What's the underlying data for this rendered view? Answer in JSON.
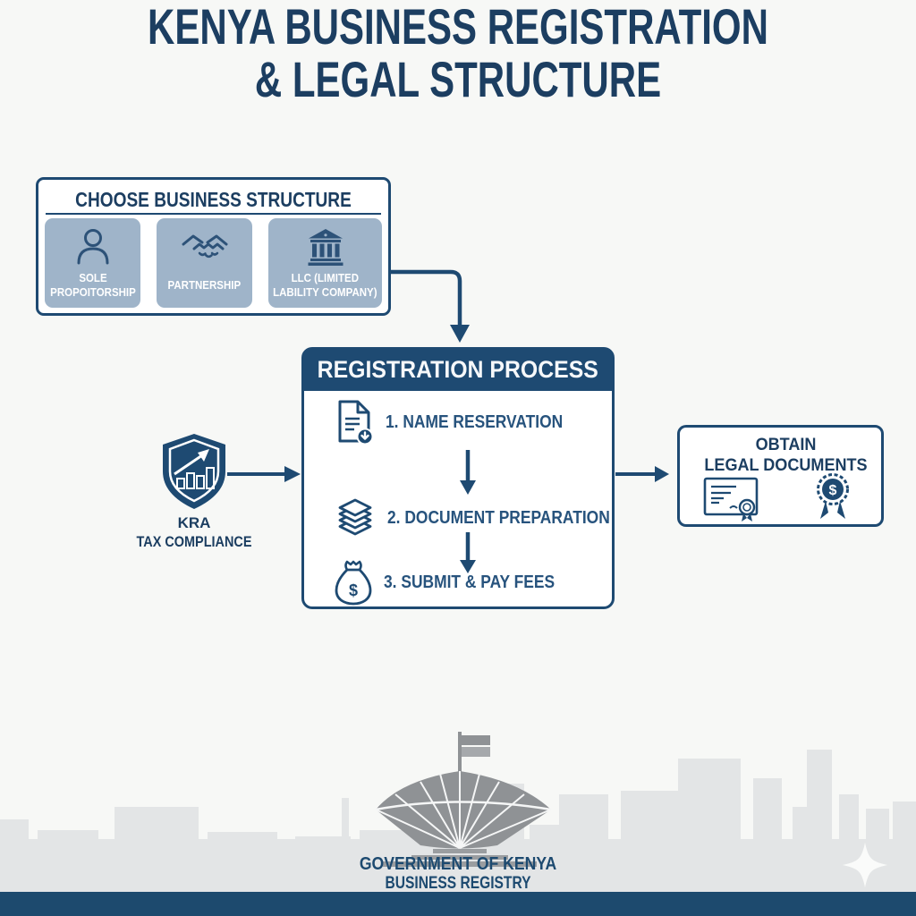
{
  "title": {
    "line1": "KENYA BUSINESS REGISTRATION",
    "line2": "& LEGAL STRUCTURE"
  },
  "choose_structure": {
    "header": "CHOOSE BUSINESS STRUCTURE",
    "options": [
      {
        "label_line1": "SOLE",
        "label_line2": "PROPOITORSHIP",
        "icon": "person-icon"
      },
      {
        "label_line1": "PARTNERSHIP",
        "label_line2": "",
        "icon": "handshake-icon"
      },
      {
        "label_line1": "LLC (LIMITED",
        "label_line2": "LABILITY COMPANY)",
        "icon": "bank-icon"
      }
    ]
  },
  "registration_process": {
    "header": "REGISTRATION PROCESS",
    "steps": [
      {
        "label": "1. NAME RESERVATION",
        "icon": "document-download-icon"
      },
      {
        "label": "2. DOCUMENT PREPARATION",
        "icon": "document-stack-icon"
      },
      {
        "label": "3. SUBMIT & PAY FEES",
        "icon": "money-bag-icon"
      }
    ]
  },
  "kra": {
    "icon": "shield-chart-icon",
    "line1": "KRA",
    "line2": "TAX COMPLIANCE"
  },
  "obtain_documents": {
    "line1": "OBTAIN",
    "line2": "LEGAL DOCUMENTS",
    "icons": [
      "certificate-icon",
      "dollar-medal-icon"
    ]
  },
  "footer": {
    "line1": "GOVERNMENT OF KENYA",
    "line2": "BUSINESS REGISTRY"
  },
  "symbols": {
    "dollar": "$"
  },
  "colors": {
    "navy": "#1e4a72",
    "title_text": "#1c3e61",
    "tile_background": "#9fb4c9",
    "tile_text": "#ffffff",
    "step_text": "#27537d",
    "skyline": "#e3e5e6",
    "dome": "#8f9295",
    "background": "#f7f8f6",
    "footer_bar": "#1d4a6e"
  }
}
